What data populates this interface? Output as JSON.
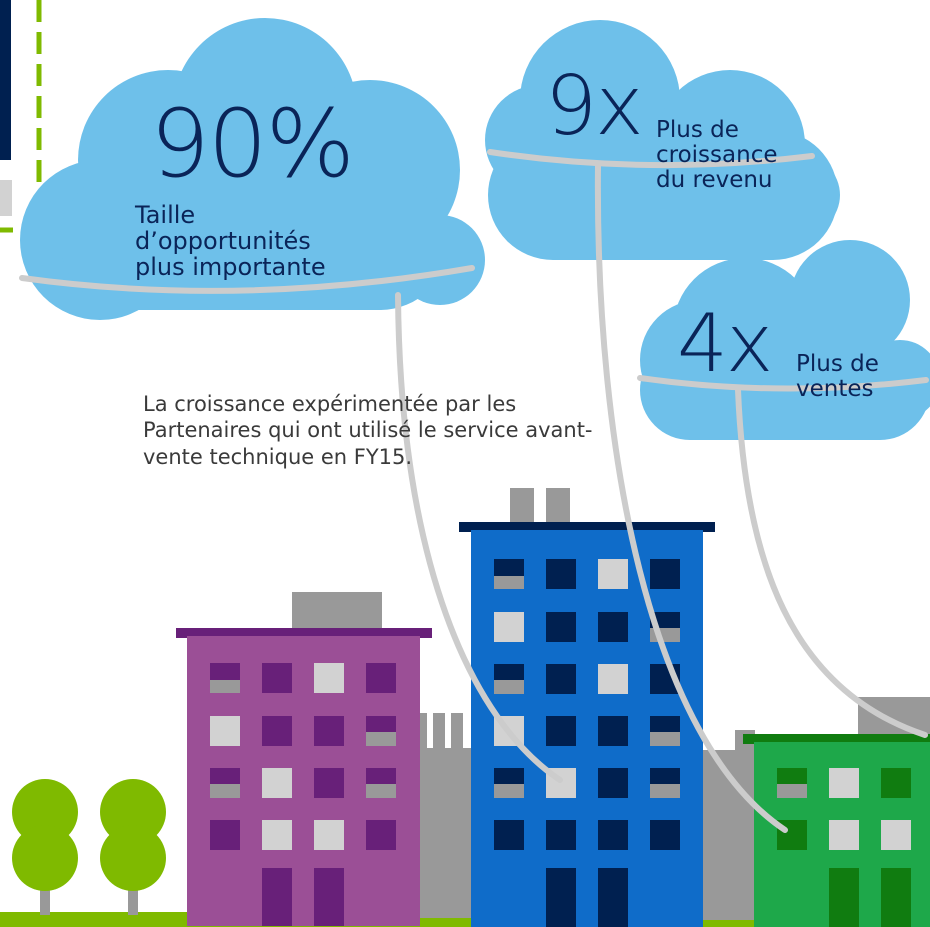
{
  "stats": [
    {
      "value": "90%",
      "label": "Taille d’opportunités plus importante"
    },
    {
      "value": "9x",
      "label": "Plus de croissance du revenu"
    },
    {
      "value": "4x",
      "label": "Plus de ventes"
    }
  ],
  "caption": "La croissance expérimentée par les Partenaires qui ont utilisé le service avant-vente technique en FY15.",
  "colors": {
    "cloud": "#6ec0ea",
    "text": "#0a2458",
    "string": "#cccccc",
    "purple_building": "#9b4f96",
    "purple_dark": "#682079",
    "blue_building": "#0f6cc9",
    "navy": "#002050",
    "green_building": "#1ea84a",
    "green_dark": "#107c10",
    "grass": "#7fba00",
    "gray": "#999999",
    "light_window": "#d2d2d2"
  }
}
